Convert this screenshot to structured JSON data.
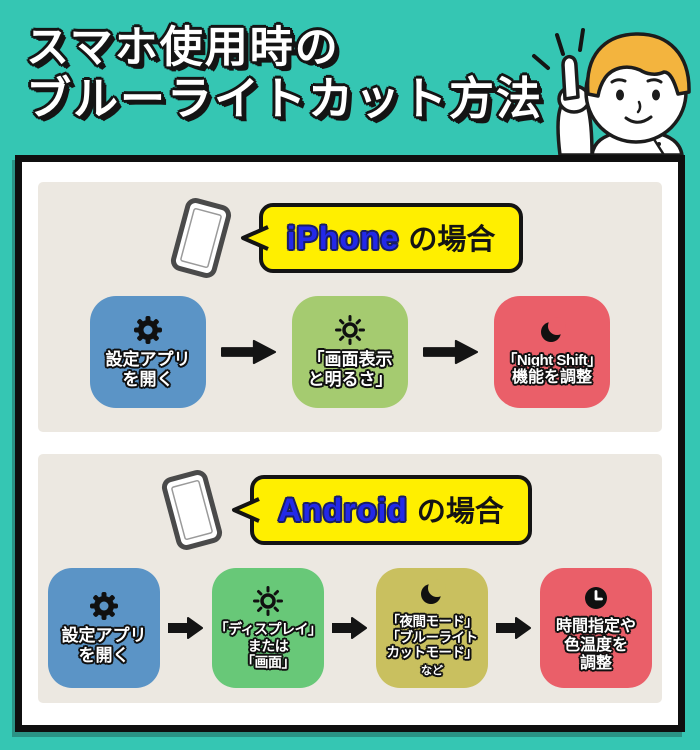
{
  "header": {
    "title_line1": "スマホ使用時の",
    "title_line2": "ブルーライトカット方法"
  },
  "panels": [
    {
      "id": "iphone",
      "label_brand": "iPhone",
      "label_suffix": "の場合",
      "steps": [
        {
          "icon": "gear-icon",
          "color": "#5b94c6",
          "lines": [
            "設定アプリ",
            "を開く"
          ]
        },
        {
          "icon": "sun-icon",
          "color": "#a5cb70",
          "lines": [
            "「画面表示",
            "と明るさ」"
          ]
        },
        {
          "icon": "moon-icon",
          "color": "#ea5f69",
          "lines": [
            "「Night Shift」",
            "機能を調整"
          ]
        }
      ]
    },
    {
      "id": "android",
      "label_brand": "Android",
      "label_suffix": "の場合",
      "steps": [
        {
          "icon": "gear-icon",
          "color": "#5b94c6",
          "lines": [
            "設定アプリ",
            "を開く"
          ]
        },
        {
          "icon": "sun-icon",
          "color": "#68c878",
          "lines": [
            "「ディスプレイ」",
            "または",
            "「画面」"
          ]
        },
        {
          "icon": "moon-icon",
          "color": "#c9c05f",
          "lines": [
            "「夜間モード」",
            "「ブルーライト",
            "カットモード」"
          ],
          "note": "など"
        },
        {
          "icon": "clock-icon",
          "color": "#ea5f69",
          "lines": [
            "時間指定や",
            "色温度を",
            "調整"
          ]
        }
      ]
    }
  ],
  "colors": {
    "background_teal": "#35c6b3",
    "panel_beige": "#ece8e1",
    "frame_white": "#ffffff",
    "outline_black": "#141414",
    "bubble_yellow": "#ffef00",
    "brand_blue": "#2329e8",
    "step_blue": "#5b94c6",
    "step_green_yellow": "#a5cb70",
    "step_green": "#68c878",
    "step_olive": "#c9c05f",
    "step_red": "#ea5f69",
    "hair_yellow": "#f3b43e"
  }
}
